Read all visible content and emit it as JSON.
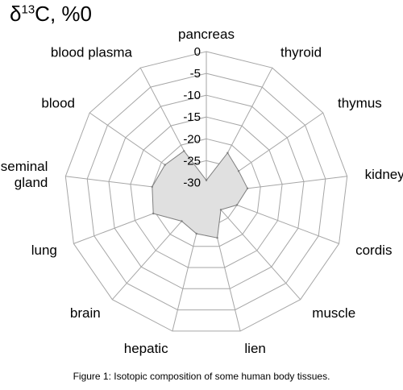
{
  "chart_data": {
    "type": "radar",
    "title_prefix": "δ",
    "title_sup": "13",
    "title_suffix": "C, %",
    "title_tail": "0",
    "categories": [
      "pancreas",
      "thyroid",
      "thymus",
      "kidney",
      "cordis",
      "muscle",
      "lien",
      "hepatic",
      "brain",
      "lung",
      "seminal gland",
      "blood",
      "blood plasma"
    ],
    "axis_ticks": [
      "0",
      "-5",
      "-10",
      "-15",
      "-20",
      "-25",
      "-30"
    ],
    "rlim": [
      -32.5,
      0
    ],
    "values": [
      -29.5,
      -22.0,
      -23.5,
      -23.0,
      -25.0,
      -27.5,
      -22.0,
      -23.0,
      -24.0,
      -19.5,
      -20.0,
      -21.0,
      -21.5
    ],
    "series_color": "#e0e0e0",
    "grid": true
  },
  "caption": "Figure 1: Isotopic composition of some human body tissues."
}
